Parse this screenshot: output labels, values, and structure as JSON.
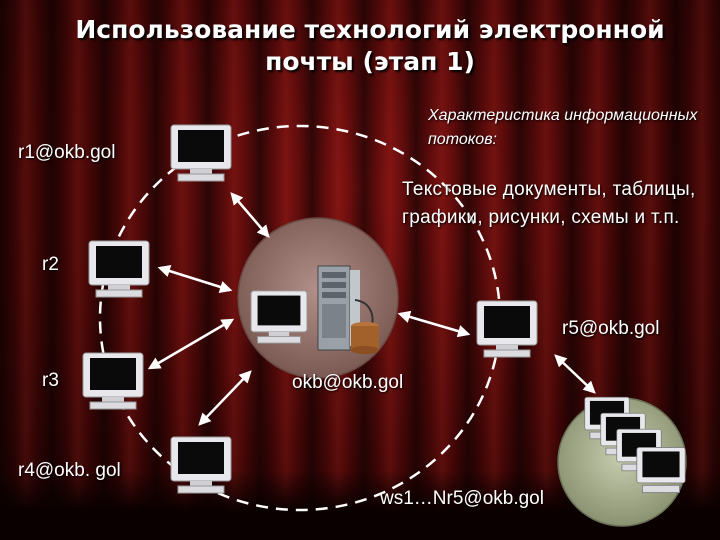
{
  "title": "Использование технологий электронной почты (этап 1)",
  "info_heading": "Характеристика информационных потоков:",
  "info_content": "Текстовые документы, таблицы, графики, рисунки, схемы и т.п.",
  "nodes": {
    "r1": "r1@okb.gol",
    "r2": "r2",
    "r3": "r3",
    "r4": "r4@okb. gol",
    "r5": "r5@okb.gol",
    "server": "okb@okb.gol",
    "workstations": "ws1…Nr5@okb.gol"
  },
  "colors": {
    "curtain": "#5a0808",
    "server_circle": "#8a6a60",
    "ws_circle": "#a0a88a",
    "arrow": "#ffffff",
    "dashed_ring": "#ffffff"
  }
}
